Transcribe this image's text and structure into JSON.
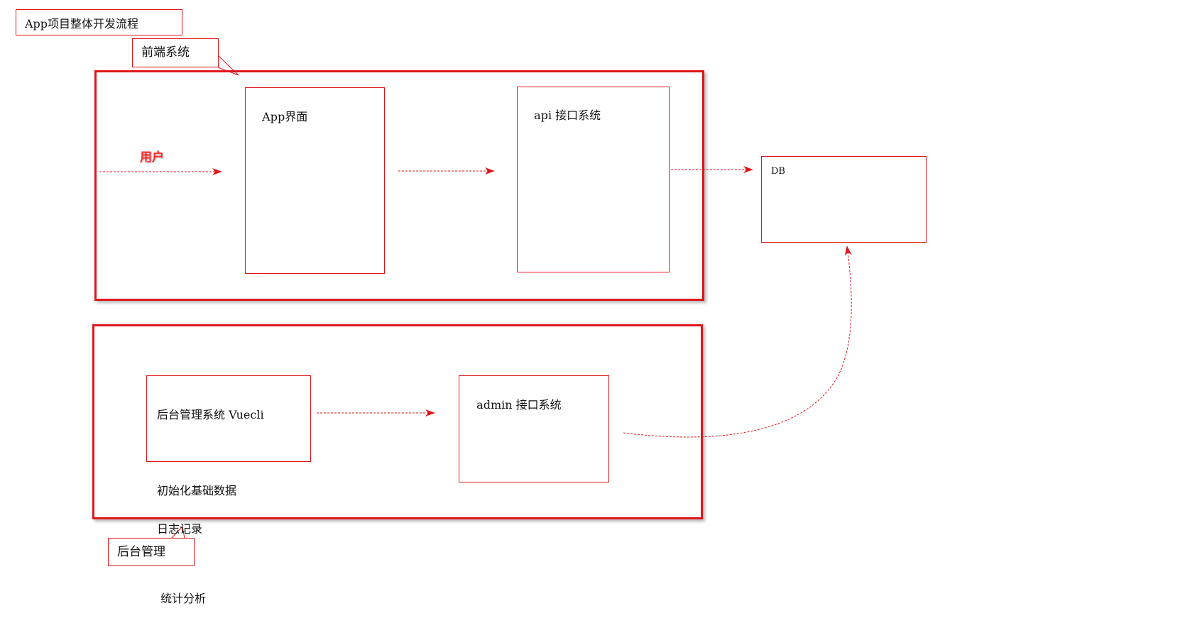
{
  "title": "App项目整体开发流程",
  "frontend": {
    "callout": "前端系统",
    "user_label": "用户",
    "app_ui": "App界面",
    "api_system": "api 接口系统"
  },
  "db": {
    "label": "DB"
  },
  "backend": {
    "callout": "后台管理",
    "admin_system": {
      "title": "后台管理系统 Vuecli",
      "line1": "初始化基础数据",
      "line2": "日志记录",
      "line3": " 统计分析"
    },
    "admin_api": "admin 接口系统"
  },
  "colors": {
    "accent": "#e0161b",
    "user_label": "#ff2a2a"
  }
}
